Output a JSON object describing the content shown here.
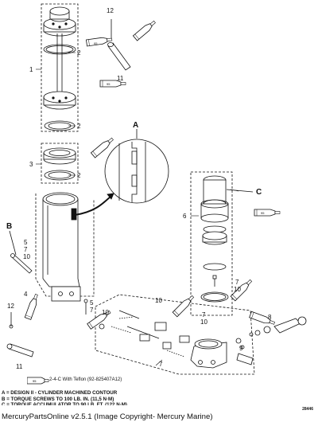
{
  "diagram": {
    "tube_label": "95",
    "callouts": [
      "1",
      "2",
      "2",
      "2",
      "3",
      "4",
      "5",
      "6",
      "7",
      "7",
      "8",
      "9",
      "10",
      "10",
      "10",
      "11",
      "11",
      "12",
      "12"
    ],
    "letters": {
      "a": "A",
      "b": "B",
      "c": "C"
    },
    "stack_5_7_10": {
      "l1": "5",
      "l2": "7",
      "l3": "10"
    },
    "stack_7_10_mid": {
      "l1": "7",
      "l2": "10"
    },
    "stack_5_7_right": {
      "l1": "5",
      "l2": "7"
    },
    "drawing_number": "28446"
  },
  "teflon_note": {
    "tube_label": "95",
    "text": "2-4-C  With Teflon (92-825407A12)"
  },
  "legend": {
    "a": "A = DESIGN II - CYLINDER MACHINED CONTOUR",
    "b": "B = TORQUE SCREWS TO 100 LB. IN. (11,5 N·M)",
    "c": "C = TORQUE ACCUMULATOR TO 90 LB. FT. (122 N·M)"
  },
  "footer": {
    "text": "MercuryPartsOnline v2.5.1 (Image Copyright- Mercury Marine)"
  }
}
